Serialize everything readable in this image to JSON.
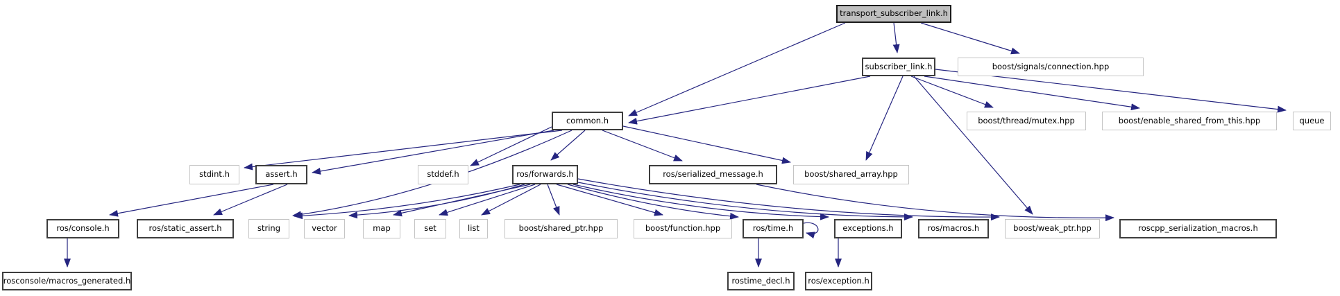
{
  "graph": {
    "kind": "include-dependency-graph",
    "edge_color": "#252580",
    "root_fill": "#bfbfbf",
    "internal_border": "#3d3d3d",
    "external_border": "#c4c4c4",
    "nodes": [
      {
        "id": "transport_subscriber_link",
        "label": "transport_subscriber_link.h",
        "type": "root"
      },
      {
        "id": "subscriber_link",
        "label": "subscriber_link.h",
        "type": "internal"
      },
      {
        "id": "boost_signals_connection",
        "label": "boost/signals/connection.hpp",
        "type": "external"
      },
      {
        "id": "common",
        "label": "common.h",
        "type": "internal"
      },
      {
        "id": "boost_thread_mutex",
        "label": "boost/thread/mutex.hpp",
        "type": "external"
      },
      {
        "id": "boost_enable_shared_from_this",
        "label": "boost/enable_shared_from_this.hpp",
        "type": "external"
      },
      {
        "id": "queue",
        "label": "queue",
        "type": "external"
      },
      {
        "id": "stdint",
        "label": "stdint.h",
        "type": "external"
      },
      {
        "id": "assert",
        "label": "assert.h",
        "type": "internal"
      },
      {
        "id": "stddef",
        "label": "stddef.h",
        "type": "external"
      },
      {
        "id": "ros_forwards",
        "label": "ros/forwards.h",
        "type": "internal"
      },
      {
        "id": "ros_serialized_message",
        "label": "ros/serialized_message.h",
        "type": "internal"
      },
      {
        "id": "boost_shared_array",
        "label": "boost/shared_array.hpp",
        "type": "external"
      },
      {
        "id": "ros_console",
        "label": "ros/console.h",
        "type": "internal"
      },
      {
        "id": "ros_static_assert",
        "label": "ros/static_assert.h",
        "type": "internal"
      },
      {
        "id": "string",
        "label": "string",
        "type": "external"
      },
      {
        "id": "vector",
        "label": "vector",
        "type": "external"
      },
      {
        "id": "map",
        "label": "map",
        "type": "external"
      },
      {
        "id": "set",
        "label": "set",
        "type": "external"
      },
      {
        "id": "list",
        "label": "list",
        "type": "external"
      },
      {
        "id": "boost_shared_ptr",
        "label": "boost/shared_ptr.hpp",
        "type": "external"
      },
      {
        "id": "boost_function",
        "label": "boost/function.hpp",
        "type": "external"
      },
      {
        "id": "ros_time",
        "label": "ros/time.h",
        "type": "internal"
      },
      {
        "id": "exceptions",
        "label": "exceptions.h",
        "type": "internal"
      },
      {
        "id": "ros_macros",
        "label": "ros/macros.h",
        "type": "internal"
      },
      {
        "id": "boost_weak_ptr",
        "label": "boost/weak_ptr.hpp",
        "type": "external"
      },
      {
        "id": "roscpp_serialization_macros",
        "label": "roscpp_serialization_macros.h",
        "type": "internal"
      },
      {
        "id": "rosconsole_macros_generated",
        "label": "rosconsole/macros_generated.h",
        "type": "internal"
      },
      {
        "id": "rostime_decl",
        "label": "rostime_decl.h",
        "type": "internal"
      },
      {
        "id": "ros_exception",
        "label": "ros/exception.h",
        "type": "internal"
      }
    ],
    "edges": [
      {
        "from": "transport_subscriber_link.h",
        "to": "subscriber_link.h"
      },
      {
        "from": "transport_subscriber_link.h",
        "to": "common.h"
      },
      {
        "from": "transport_subscriber_link.h",
        "to": "boost/signals/connection.hpp"
      },
      {
        "from": "subscriber_link.h",
        "to": "common.h"
      },
      {
        "from": "subscriber_link.h",
        "to": "boost/thread/mutex.hpp"
      },
      {
        "from": "subscriber_link.h",
        "to": "boost/enable_shared_from_this.hpp"
      },
      {
        "from": "subscriber_link.h",
        "to": "queue"
      },
      {
        "from": "subscriber_link.h",
        "to": "boost/shared_array.hpp"
      },
      {
        "from": "subscriber_link.h",
        "to": "boost/weak_ptr.hpp"
      },
      {
        "from": "common.h",
        "to": "stdint.h"
      },
      {
        "from": "common.h",
        "to": "assert.h"
      },
      {
        "from": "common.h",
        "to": "stddef.h"
      },
      {
        "from": "common.h",
        "to": "string"
      },
      {
        "from": "common.h",
        "to": "ros/forwards.h"
      },
      {
        "from": "common.h",
        "to": "ros/serialized_message.h"
      },
      {
        "from": "common.h",
        "to": "boost/shared_array.hpp"
      },
      {
        "from": "assert.h",
        "to": "ros/console.h"
      },
      {
        "from": "assert.h",
        "to": "ros/static_assert.h"
      },
      {
        "from": "ros/console.h",
        "to": "rosconsole/macros_generated.h"
      },
      {
        "from": "ros/forwards.h",
        "to": "string"
      },
      {
        "from": "ros/forwards.h",
        "to": "vector"
      },
      {
        "from": "ros/forwards.h",
        "to": "map"
      },
      {
        "from": "ros/forwards.h",
        "to": "set"
      },
      {
        "from": "ros/forwards.h",
        "to": "list"
      },
      {
        "from": "ros/forwards.h",
        "to": "boost/shared_ptr.hpp"
      },
      {
        "from": "ros/forwards.h",
        "to": "boost/function.hpp"
      },
      {
        "from": "ros/forwards.h",
        "to": "ros/time.h"
      },
      {
        "from": "ros/forwards.h",
        "to": "exceptions.h"
      },
      {
        "from": "ros/forwards.h",
        "to": "ros/macros.h"
      },
      {
        "from": "ros/forwards.h",
        "to": "boost/weak_ptr.hpp"
      },
      {
        "from": "ros/serialized_message.h",
        "to": "roscpp_serialization_macros.h"
      },
      {
        "from": "ros/time.h",
        "to": "rostime_decl.h"
      },
      {
        "from": "ros/time.h",
        "to": "ros/time.h"
      },
      {
        "from": "exceptions.h",
        "to": "ros/exception.h"
      }
    ]
  }
}
